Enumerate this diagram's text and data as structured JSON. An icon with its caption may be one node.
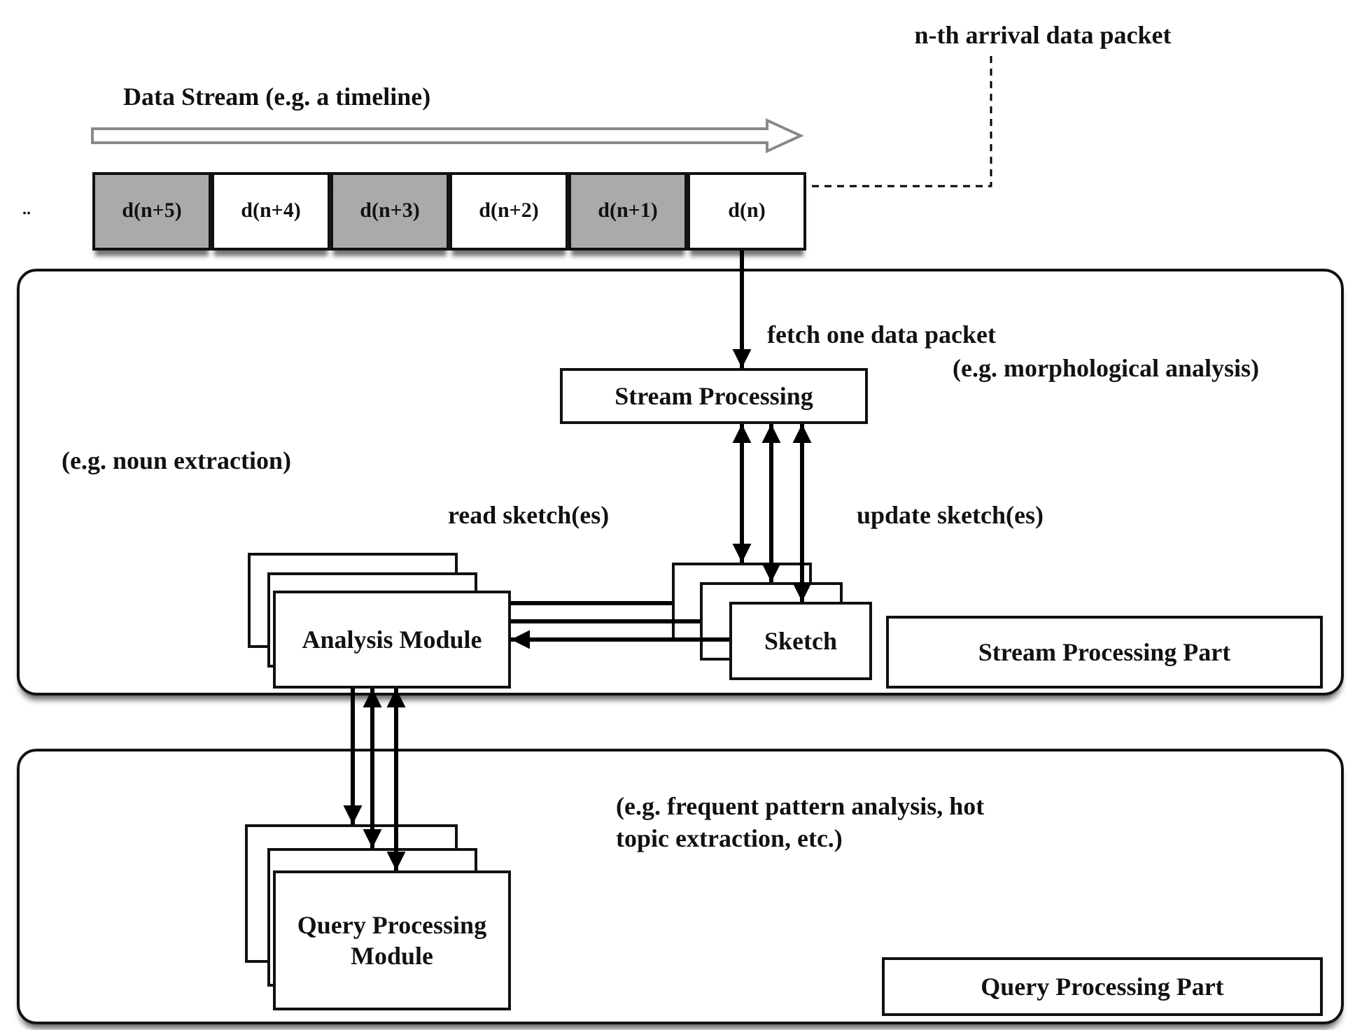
{
  "diagram": {
    "nodes": [
      {
        "text": [
          "d(n+5)"
        ]
      },
      {
        "text": [
          "d(n+4)"
        ]
      },
      {
        "text": [
          "d(n+3)"
        ]
      },
      {
        "text": [
          "d(n+2)"
        ]
      },
      {
        "text": [
          "d(n+1)"
        ]
      },
      {
        "text": [
          "d(n)"
        ]
      },
      {
        "text": [
          "n-th arrival data packet"
        ]
      },
      {
        "text": [],
        "shape": "box"
      },
      {
        "text": [
          "Stream Processing"
        ],
        "in": 7
      },
      {
        "text": [
          "Sketch"
        ],
        "in": 7
      },
      {
        "text": [
          "Analysis Module"
        ],
        "in": 7
      },
      {
        "text": [
          "Stream Processing Part"
        ],
        "in": 7
      },
      {
        "text": [],
        "shape": "box"
      },
      {
        "text": [
          "Query Processing Module"
        ],
        "in": 12
      },
      {
        "text": [
          "Query Processing Part"
        ],
        "in": 12
      }
    ],
    "edges": [
      {
        "from": 6,
        "to": 5,
        "arrow": "none",
        "style": "dashed"
      },
      {
        "from": 5,
        "to": 8,
        "arrow": "to",
        "label": "fetch one data packet"
      },
      {
        "from": 8,
        "to": 9,
        "arrow": "both"
      },
      {
        "from": 8,
        "to": 9,
        "arrow": "both"
      },
      {
        "from": 8,
        "to": 9,
        "arrow": "both"
      },
      {
        "from": 9,
        "to": 10,
        "arrow": "none"
      },
      {
        "from": 9,
        "to": 10,
        "arrow": "none"
      },
      {
        "from": 9,
        "to": 10,
        "arrow": "to"
      },
      {
        "from": 10,
        "to": 13,
        "arrow": "to"
      },
      {
        "from": 10,
        "to": 13,
        "arrow": "both"
      },
      {
        "from": 10,
        "to": 13,
        "arrow": "both"
      }
    ],
    "labels": [
      "Data Stream (e.g. a timeline)",
      "..",
      "(e.g. morphological analysis)",
      "(e.g. noun extraction)",
      "read sketch(es)",
      "update sketch(es)",
      "(e.g. frequent pattern analysis, hot topic extraction, etc.)"
    ]
  }
}
